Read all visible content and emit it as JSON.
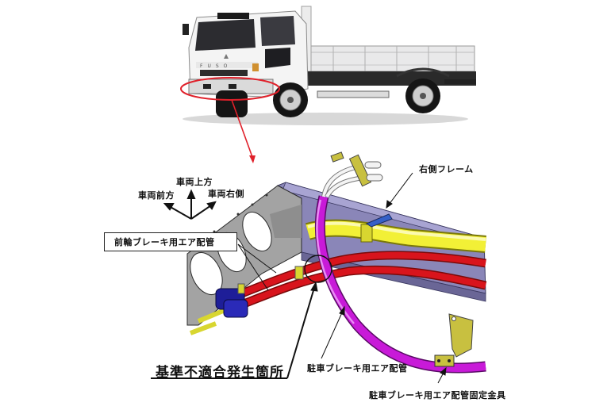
{
  "diagram": {
    "title": "Truck air brake piping non-conformity location",
    "truck_brand_badge": "FUSO",
    "labels": {
      "direction_up": "車両上方",
      "direction_front": "車両前方",
      "direction_right": "車両右側",
      "right_frame": "右側フレーム",
      "front_brake_air_pipe": "前輪ブレーキ用エア配管",
      "nonconformity_location": "基準不適合発生箇所",
      "parking_brake_air_pipe": "駐車ブレーキ用エア配管",
      "parking_brake_pipe_bracket": "駐車ブレーキ用エア配管固定金具"
    },
    "colors": {
      "highlight_red": "#e0202a",
      "frame_purple": "#8a86b8",
      "frame_grey": "#9a9a9a",
      "yellow_pipe": "#f2f036",
      "red_pipe": "#d8141c",
      "magenta_pipe": "#c81ad8",
      "valve_blue": "#1e1ea8",
      "bracket_olive": "#c8c040"
    }
  }
}
